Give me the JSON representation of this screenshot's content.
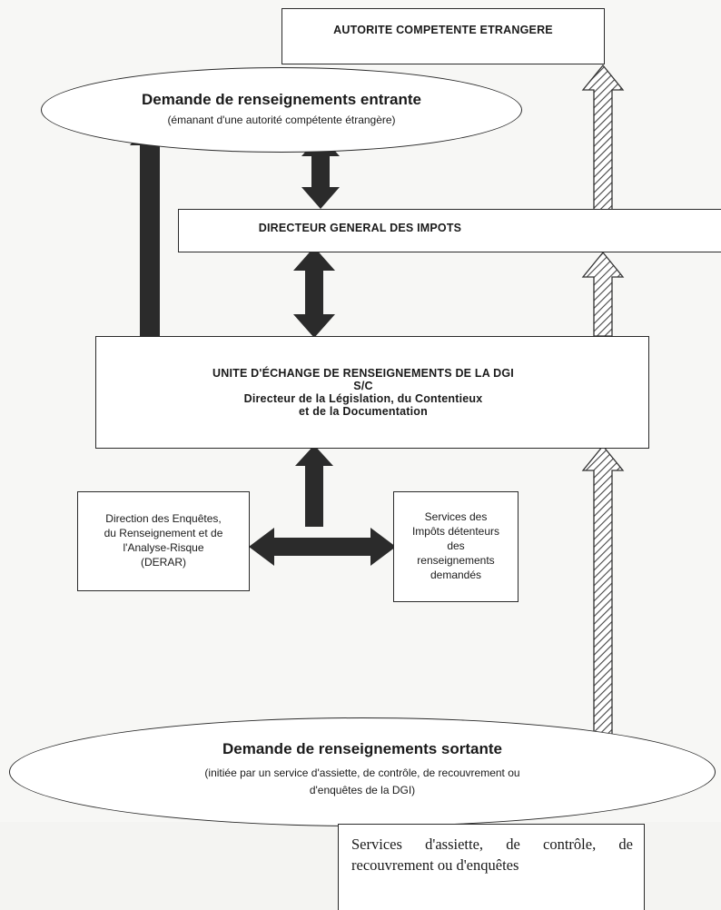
{
  "nodes": {
    "foreign_authority": "AUTORITE COMPETENTE ETRANGERE",
    "incoming_request": {
      "title": "Demande de renseignements entrante",
      "subtitle": "(émanant d'une autorité compétente étrangère)"
    },
    "director_general": "DIRECTEUR GENERAL DES IMPOTS",
    "exchange_unit": {
      "line1": "UNITE D'ÉCHANGE DE RENSEIGNEMENTS DE LA DGI",
      "line2": "S/C",
      "line3": "Directeur de la Législation, du Contentieux",
      "line4": "et de la Documentation"
    },
    "derar": {
      "line1": "Direction des Enquêtes,",
      "line2": "du Renseignement et de",
      "line3": "l'Analyse-Risque",
      "line4": "(DERAR)"
    },
    "tax_services": {
      "line1": "Services des",
      "line2": "Impôts détenteurs",
      "line3": "des",
      "line4": "renseignements",
      "line5": "demandés"
    },
    "outgoing_request": {
      "title": "Demande de renseignements sortante",
      "subtitle_line1": "(initiée par un service d'assiette, de contrôle, de recouvrement ou",
      "subtitle_line2": "d'enquêtes de la DGI)"
    },
    "services_note": "Services d'assiette, de contrôle, de recouvrement ou d'enquêtes"
  },
  "colors": {
    "solid_arrow": "#2b2b2b",
    "hatched_arrow_stroke": "#333333",
    "box_border": "#2a2a2a"
  }
}
